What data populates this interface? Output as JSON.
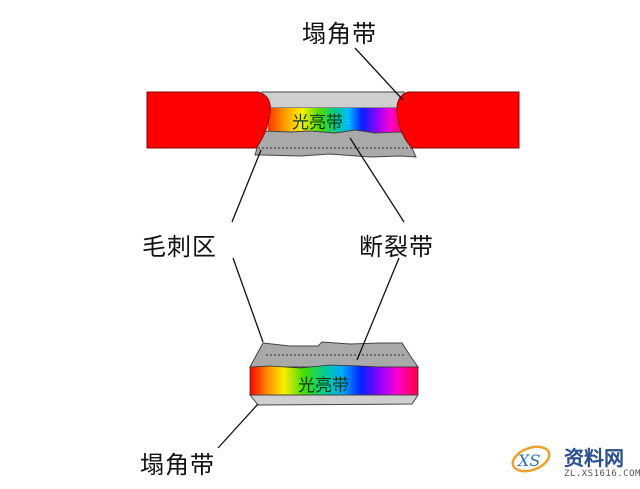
{
  "diagram": {
    "type": "cross-section of punched/blanked part edge zones",
    "labels": {
      "top_rollover": "塌角带",
      "burr_zone": "毛刺区",
      "fracture_zone": "断裂带",
      "bottom_rollover": "塌角带",
      "top_burnish": "光亮带",
      "bottom_burnish": "光亮带"
    },
    "colors": {
      "sheet": "#ff0000",
      "sheet_outline": "#8b0000",
      "gray_zone": "#a9a9a9",
      "light_gray": "#cfcfcf",
      "rainbow": [
        "#ff1a00",
        "#ff8c00",
        "#ffee00",
        "#55dd00",
        "#00cc66",
        "#00ccff",
        "#0033ff",
        "#8800ff",
        "#ff00cc",
        "#ff0044"
      ]
    }
  },
  "watermark": {
    "logo_text": "XS",
    "name": "资料网",
    "url": "ZL.XS1616.COM"
  }
}
